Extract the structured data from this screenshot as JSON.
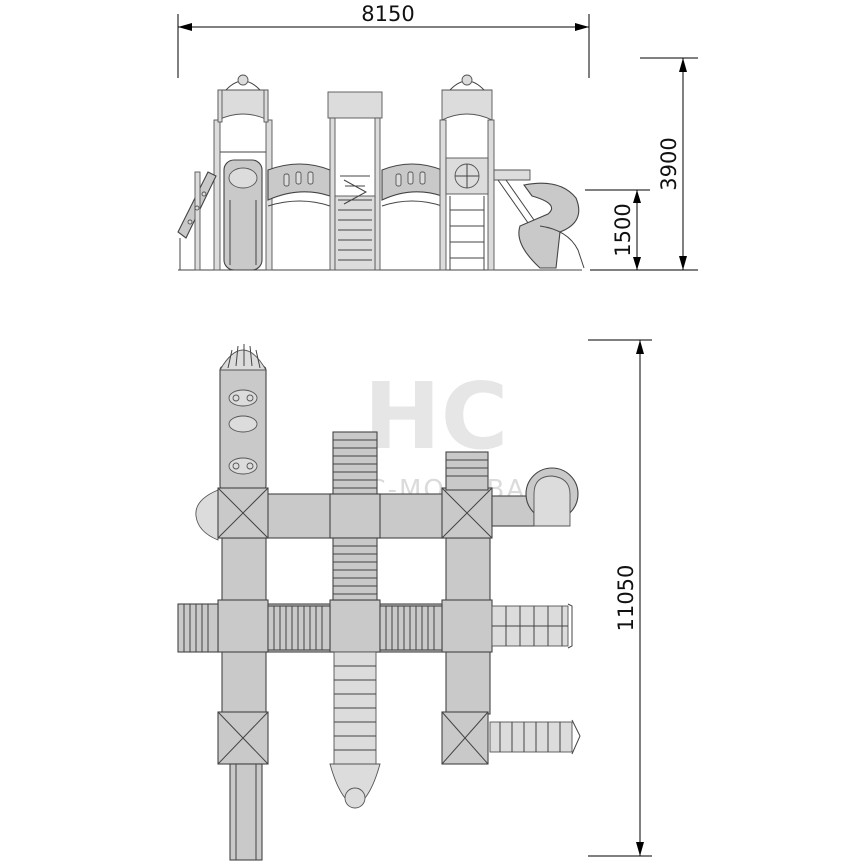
{
  "dimensions": {
    "total_width": "8150",
    "total_height": "3900",
    "platform_height": "1500",
    "total_length": "11050"
  },
  "watermark": {
    "logo": "HC",
    "text": "HC-МОСКВА"
  }
}
